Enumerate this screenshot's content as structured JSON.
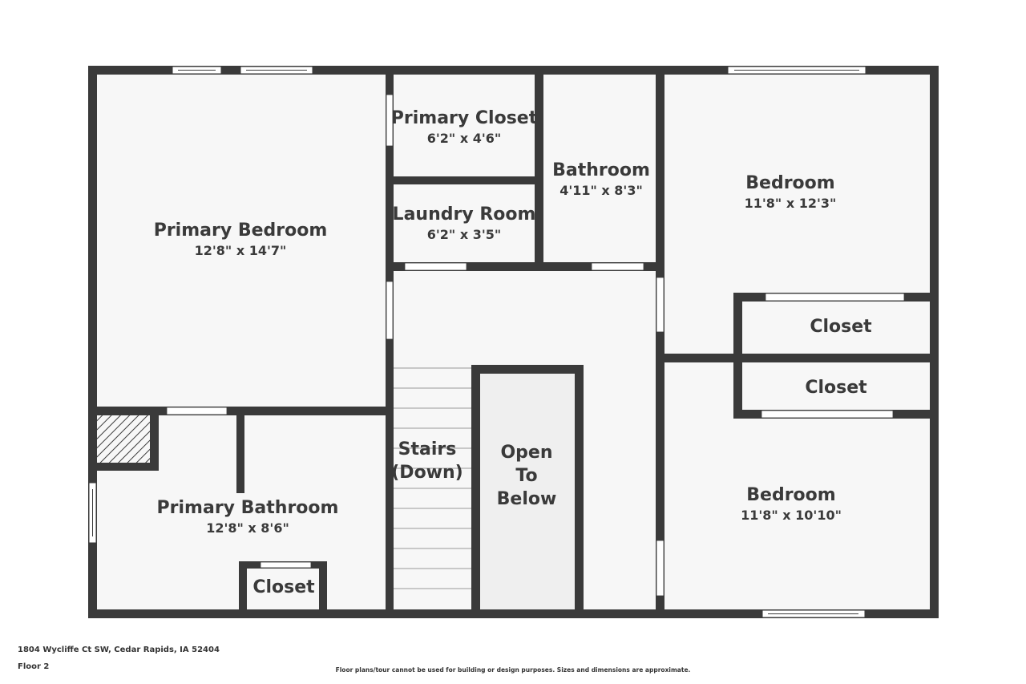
{
  "colors": {
    "wall": "#3a3a3a",
    "floor": "#f7f7f7",
    "open_below": "#efefef",
    "window": "#ffffff"
  },
  "rooms": {
    "primary_bedroom": {
      "name": "Primary Bedroom",
      "dims": "12'8\" x 14'7\""
    },
    "primary_closet": {
      "name": "Primary Closet",
      "dims": "6'2\" x 4'6\""
    },
    "laundry_room": {
      "name": "Laundry Room",
      "dims": "6'2\" x 3'5\""
    },
    "bathroom": {
      "name": "Bathroom",
      "dims": "4'11\" x 8'3\""
    },
    "bedroom_upper": {
      "name": "Bedroom",
      "dims": "11'8\" x 12'3\""
    },
    "bedroom_lower": {
      "name": "Bedroom",
      "dims": "11'8\" x 10'10\""
    },
    "closet_upper": {
      "name": "Closet"
    },
    "closet_lower": {
      "name": "Closet"
    },
    "primary_bathroom": {
      "name": "Primary Bathroom",
      "dims": "12'8\" x 8'6\""
    },
    "primary_bath_closet": {
      "name": "Closet"
    },
    "stairs": {
      "line1": "Stairs",
      "line2": "(Down)"
    },
    "open_below": {
      "line1": "Open",
      "line2": "To",
      "line3": "Below"
    }
  },
  "footer": {
    "address": "1804 Wycliffe Ct SW, Cedar Rapids, IA 52404",
    "floor": "Floor 2",
    "disclaimer": "Floor plans/tour cannot be used for building or design purposes. Sizes and dimensions are approximate."
  }
}
